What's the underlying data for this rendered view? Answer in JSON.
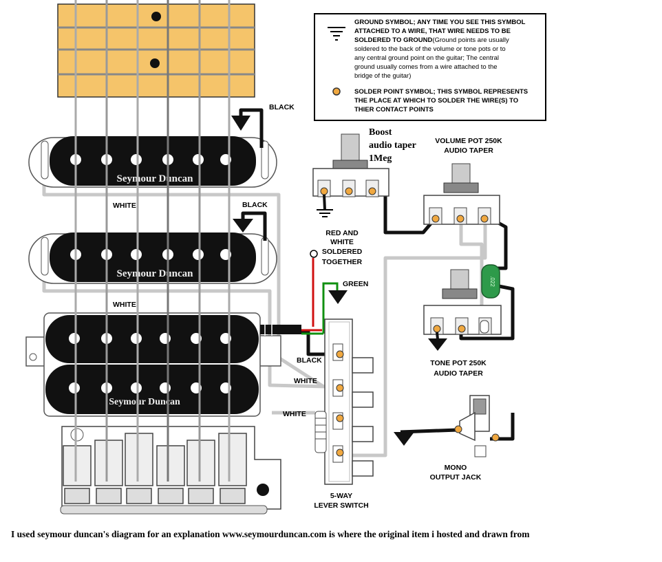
{
  "legend": {
    "ground_text_bold": "GROUND SYMBOL; ANY TIME YOU SEE THIS SYMBOL ATTACHED TO A WIRE, THAT WIRE NEEDS TO BE SOLDERED TO GROUND",
    "ground_line1": "GROUND SYMBOL; ANY TIME YOU SEE THIS SYMBOL",
    "ground_line2": "ATTACHED TO A WIRE, THAT WIRE NEEDS TO BE",
    "ground_line3": "SOLDERED TO GROUND",
    "ground_note_a": "(Ground points are usually",
    "ground_note_b": "soldered to the back of the volume or tone pots or to",
    "ground_note_c": "any central ground point on the guitar; The central",
    "ground_note_d": "ground usually comes from a wire attached to the",
    "ground_note_e": "bridge of the guitar)",
    "solder_line1": "SOLDER POINT SYMBOL; THIS SYMBOL REPRESENTS",
    "solder_line2": "THE PLACE AT WHICH TO SOLDER THE WIRE(S) TO",
    "solder_line3": "THIER CONTACT POINTS"
  },
  "pickups": {
    "brand": "Seymour Duncan",
    "neck_ground": "BLACK",
    "neck_hot": "WHITE",
    "middle_ground": "BLACK",
    "middle_hot": "WHITE"
  },
  "boost": {
    "line1": "Boost",
    "line2": "audio taper",
    "line3": "1Meg"
  },
  "volume": {
    "line1": "VOLUME POT 250K",
    "line2": "AUDIO TAPER"
  },
  "tone": {
    "line1": "TONE POT 250K",
    "line2": "AUDIO TAPER",
    "cap": ".022"
  },
  "humbucker": {
    "note_line1": "RED AND",
    "note_line2": "WHITE",
    "note_line3": "SOLDERED",
    "note_line4": "TOGETHER",
    "green": "GREEN",
    "black": "BLACK",
    "white1": "WHITE",
    "white2": "WHITE"
  },
  "switch": {
    "line1": "5-WAY",
    "line2": "LEVER SWITCH"
  },
  "jack": {
    "line1": "MONO",
    "line2": "OUTPUT JACK"
  },
  "caption": "I used seymour duncan's diagram for an explanation www.seymourduncan.com is where the original item i hosted and drawn from",
  "colors": {
    "neck_wood": "#f5c46a",
    "pickup": "#111111",
    "wire_gray": "#c8c8c8",
    "solder": "#f0a840",
    "red_wire": "#d01010",
    "green_wire": "#109010",
    "capacitor": "#2e9a4a"
  }
}
